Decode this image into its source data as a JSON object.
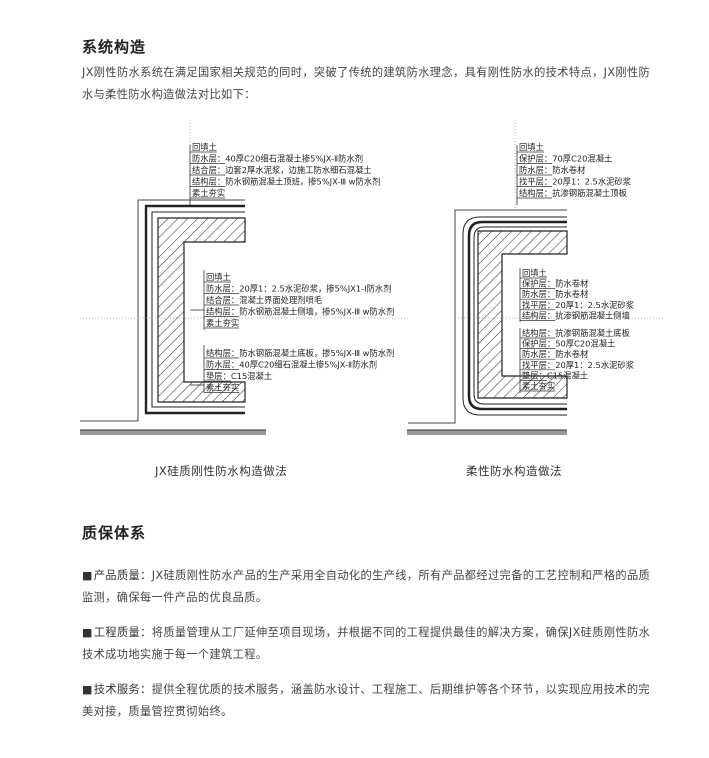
{
  "section1": {
    "title": "系统构造",
    "intro": "JX刚性防水系统在满足国家相关规范的同时，突破了传统的建筑防水理念，具有刚性防水的技术特点，JX刚性防水与柔性防水构造做法对比如下："
  },
  "diagram_left": {
    "caption": "JX硅质刚性防水构造做法",
    "group_top": [
      {
        "k": "回填土",
        "v": ""
      },
      {
        "k": "防水层：",
        "v": "40厚C20细石混凝土掺5%JX-Ⅱ防水剂"
      },
      {
        "k": "结合层：",
        "v": "边套2厚水泥浆，边施工防水细石混凝土"
      },
      {
        "k": "结构层：",
        "v": "防水钢筋混凝土顶班，掺5%JX-Ⅲ w防水剂"
      },
      {
        "k": "素土夯实",
        "v": ""
      }
    ],
    "group_mid": [
      {
        "k": "回填土",
        "v": ""
      },
      {
        "k": "防水层：",
        "v": "20厚1：2.5水泥砂浆，掺5%JX1-Ⅰ防水剂"
      },
      {
        "k": "结合层：",
        "v": "混凝土界面处理剂喷毛"
      },
      {
        "k": "结构层：",
        "v": "防水钢筋混凝土侧墙，掺5%JX-Ⅲ w防水剂"
      },
      {
        "k": "素土夯实",
        "v": ""
      }
    ],
    "group_bot": [
      {
        "k": "结构层：",
        "v": "防水钢筋混凝土底板，掺5%JX-Ⅲ w防水剂"
      },
      {
        "k": "防水层：",
        "v": "40厚C20细石混凝土惨5%JX-Ⅱ防水剂"
      },
      {
        "k": "垫层：",
        "v": "C15混凝土"
      },
      {
        "k": "素土夯实",
        "v": ""
      }
    ]
  },
  "diagram_right": {
    "caption": "柔性防水构造做法",
    "group_top": [
      {
        "k": "回填土",
        "v": ""
      },
      {
        "k": "保护层：",
        "v": "70厚C20混凝土"
      },
      {
        "k": "防水层：",
        "v": "防水卷材"
      },
      {
        "k": "找平层：",
        "v": "20厚1：2.5水泥砂浆"
      },
      {
        "k": "结构层：",
        "v": "抗渗钢筋混凝土顶板"
      }
    ],
    "group_mid": [
      {
        "k": "回填土",
        "v": ""
      },
      {
        "k": "保护层：",
        "v": "防水卷材"
      },
      {
        "k": "防水层：",
        "v": "防水卷材"
      },
      {
        "k": "找平层：",
        "v": "20厚1：2.5水泥砂浆"
      },
      {
        "k": "结构层：",
        "v": "抗渗钢筋混凝土侧墙"
      }
    ],
    "group_bot": [
      {
        "k": "结构层：",
        "v": "抗渗钢筋混凝土底板"
      },
      {
        "k": "保护层：",
        "v": "50厚C20混凝土"
      },
      {
        "k": "防水层：",
        "v": "防水卷材"
      },
      {
        "k": "找平层：",
        "v": "20厚1：2.5水泥砂浆"
      },
      {
        "k": "垫层：",
        "v": "C15混凝土"
      },
      {
        "k": "素土夯实",
        "v": ""
      }
    ]
  },
  "section2": {
    "title": "质保体系",
    "items": [
      {
        "bullet": "■",
        "label": "产品质量：",
        "text": "JX硅质刚性防水产品的生产采用全自动化的生产线，所有产品都经过完备的工艺控制和严格的品质监测，确保每一件产品的优良品质。"
      },
      {
        "bullet": "■",
        "label": "工程质量：",
        "text": "将质量管理从工厂延伸至项目现场，并根据不同的工程提供最佳的解决方案，确保JX硅质刚性防水技术成功地实施于每一个建筑工程。"
      },
      {
        "bullet": "■",
        "label": "技术服务：",
        "text": "提供全程优质的技术服务，涵盖防水设计、工程施工、后期维护等各个环节，以实现应用技术的完美对接，质量管控贯彻始终。"
      }
    ]
  }
}
